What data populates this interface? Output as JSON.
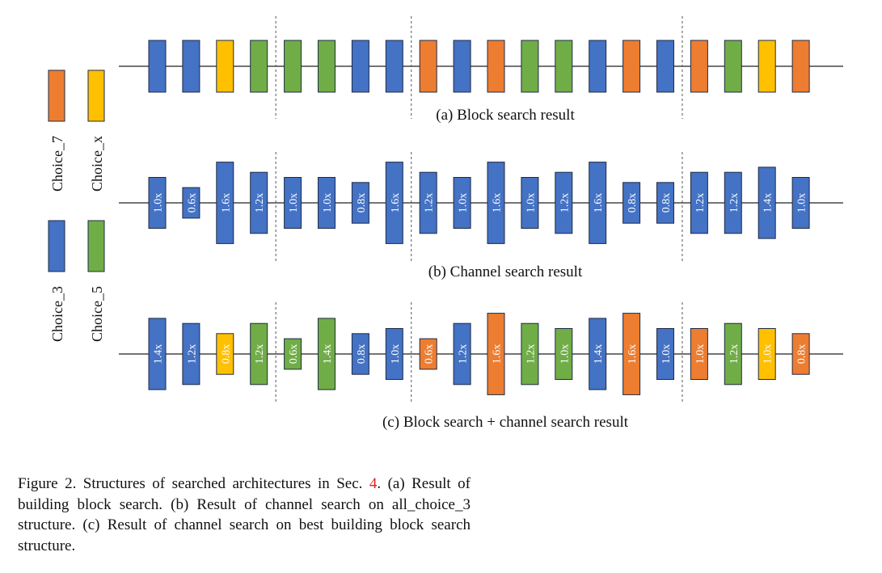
{
  "colors": {
    "Choice_3": "#4472c4",
    "Choice_5": "#70ad47",
    "Choice_7": "#ed7d31",
    "Choice_x": "#ffc000"
  },
  "legend": [
    {
      "label": "Choice_7",
      "color": "Choice_7"
    },
    {
      "label": "Choice_x",
      "color": "Choice_x"
    },
    {
      "label": "Choice_3",
      "color": "Choice_3"
    },
    {
      "label": "Choice_5",
      "color": "Choice_5"
    }
  ],
  "panels": [
    {
      "id": "a",
      "caption": "(a) Block search result",
      "blocks": [
        {
          "choice": "Choice_3",
          "scale": null
        },
        {
          "choice": "Choice_3",
          "scale": null
        },
        {
          "choice": "Choice_x",
          "scale": null
        },
        {
          "choice": "Choice_5",
          "scale": null
        },
        {
          "choice": "Choice_5",
          "scale": null
        },
        {
          "choice": "Choice_5",
          "scale": null
        },
        {
          "choice": "Choice_3",
          "scale": null
        },
        {
          "choice": "Choice_3",
          "scale": null
        },
        {
          "choice": "Choice_7",
          "scale": null
        },
        {
          "choice": "Choice_3",
          "scale": null
        },
        {
          "choice": "Choice_7",
          "scale": null
        },
        {
          "choice": "Choice_5",
          "scale": null
        },
        {
          "choice": "Choice_5",
          "scale": null
        },
        {
          "choice": "Choice_3",
          "scale": null
        },
        {
          "choice": "Choice_7",
          "scale": null
        },
        {
          "choice": "Choice_3",
          "scale": null
        },
        {
          "choice": "Choice_7",
          "scale": null
        },
        {
          "choice": "Choice_5",
          "scale": null
        },
        {
          "choice": "Choice_x",
          "scale": null
        },
        {
          "choice": "Choice_7",
          "scale": null
        }
      ]
    },
    {
      "id": "b",
      "caption": "(b) Channel search result",
      "blocks": [
        {
          "choice": "Choice_3",
          "scale": "1.0x",
          "value": 1.0
        },
        {
          "choice": "Choice_3",
          "scale": "0.6x",
          "value": 0.6
        },
        {
          "choice": "Choice_3",
          "scale": "1.6x",
          "value": 1.6
        },
        {
          "choice": "Choice_3",
          "scale": "1.2x",
          "value": 1.2
        },
        {
          "choice": "Choice_3",
          "scale": "1.0x",
          "value": 1.0
        },
        {
          "choice": "Choice_3",
          "scale": "1.0x",
          "value": 1.0
        },
        {
          "choice": "Choice_3",
          "scale": "0.8x",
          "value": 0.8
        },
        {
          "choice": "Choice_3",
          "scale": "1.6x",
          "value": 1.6
        },
        {
          "choice": "Choice_3",
          "scale": "1.2x",
          "value": 1.2
        },
        {
          "choice": "Choice_3",
          "scale": "1.0x",
          "value": 1.0
        },
        {
          "choice": "Choice_3",
          "scale": "1.6x",
          "value": 1.6
        },
        {
          "choice": "Choice_3",
          "scale": "1.0x",
          "value": 1.0
        },
        {
          "choice": "Choice_3",
          "scale": "1.2x",
          "value": 1.2
        },
        {
          "choice": "Choice_3",
          "scale": "1.6x",
          "value": 1.6
        },
        {
          "choice": "Choice_3",
          "scale": "0.8x",
          "value": 0.8
        },
        {
          "choice": "Choice_3",
          "scale": "0.8x",
          "value": 0.8
        },
        {
          "choice": "Choice_3",
          "scale": "1.2x",
          "value": 1.2
        },
        {
          "choice": "Choice_3",
          "scale": "1.2x",
          "value": 1.2
        },
        {
          "choice": "Choice_3",
          "scale": "1.4x",
          "value": 1.4
        },
        {
          "choice": "Choice_3",
          "scale": "1.0x",
          "value": 1.0
        }
      ]
    },
    {
      "id": "c",
      "caption": "(c) Block search + channel search result",
      "blocks": [
        {
          "choice": "Choice_3",
          "scale": "1.4x",
          "value": 1.4
        },
        {
          "choice": "Choice_3",
          "scale": "1.2x",
          "value": 1.2
        },
        {
          "choice": "Choice_x",
          "scale": "0.8x",
          "value": 0.8
        },
        {
          "choice": "Choice_5",
          "scale": "1.2x",
          "value": 1.2
        },
        {
          "choice": "Choice_5",
          "scale": "0.6x",
          "value": 0.6
        },
        {
          "choice": "Choice_5",
          "scale": "1.4x",
          "value": 1.4
        },
        {
          "choice": "Choice_3",
          "scale": "0.8x",
          "value": 0.8
        },
        {
          "choice": "Choice_3",
          "scale": "1.0x",
          "value": 1.0
        },
        {
          "choice": "Choice_7",
          "scale": "0.6x",
          "value": 0.6
        },
        {
          "choice": "Choice_3",
          "scale": "1.2x",
          "value": 1.2
        },
        {
          "choice": "Choice_7",
          "scale": "1.6x",
          "value": 1.6
        },
        {
          "choice": "Choice_5",
          "scale": "1.2x",
          "value": 1.2
        },
        {
          "choice": "Choice_5",
          "scale": "1.0x",
          "value": 1.0
        },
        {
          "choice": "Choice_3",
          "scale": "1.4x",
          "value": 1.4
        },
        {
          "choice": "Choice_7",
          "scale": "1.6x",
          "value": 1.6
        },
        {
          "choice": "Choice_3",
          "scale": "1.0x",
          "value": 1.0
        },
        {
          "choice": "Choice_7",
          "scale": "1.0x",
          "value": 1.0
        },
        {
          "choice": "Choice_5",
          "scale": "1.2x",
          "value": 1.2
        },
        {
          "choice": "Choice_x",
          "scale": "1.0x",
          "value": 1.0
        },
        {
          "choice": "Choice_7",
          "scale": "0.8x",
          "value": 0.8
        }
      ]
    }
  ],
  "stage_boundaries_after_block": [
    4,
    8,
    16
  ],
  "caption": {
    "prefix": "Figure 2. Structures of searched architectures in Sec. ",
    "ref": "4",
    "suffix": ".  (a) Result of building block search.  (b) Result of channel search on all_choice_3 structure. (c) Result of channel search on best building block search structure."
  }
}
